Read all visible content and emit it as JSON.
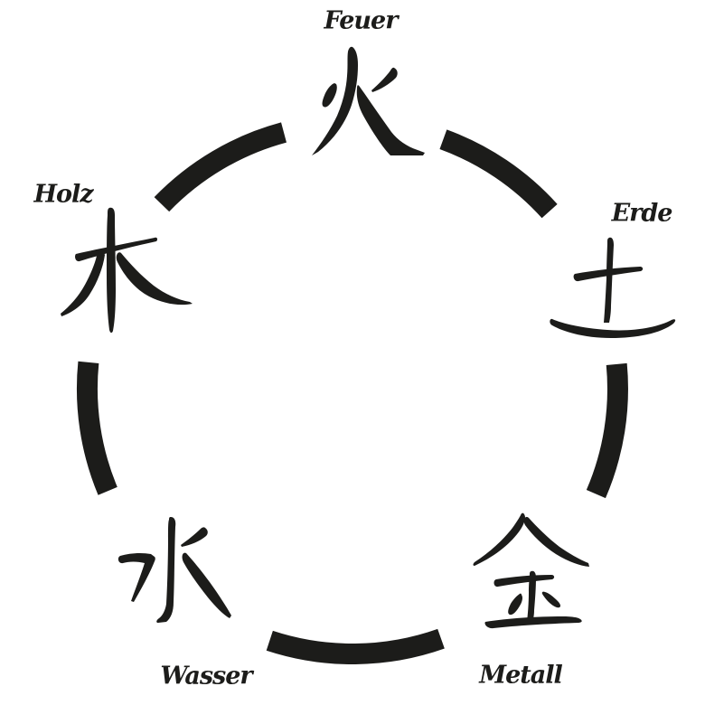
{
  "diagram": {
    "title_semantic": "five-elements-cycle",
    "background_color": "#ffffff",
    "ink_color": "#1c1c1a",
    "ring": {
      "segments": 5,
      "style": "interrupted-circle"
    }
  },
  "elements": [
    {
      "id": "feuer",
      "label": "Feuer",
      "character": "火",
      "position": "top"
    },
    {
      "id": "erde",
      "label": "Erde",
      "character": "土",
      "position": "right"
    },
    {
      "id": "metall",
      "label": "Metall",
      "character": "金",
      "position": "bottom-right"
    },
    {
      "id": "wasser",
      "label": "Wasser",
      "character": "水",
      "position": "bottom-left"
    },
    {
      "id": "holz",
      "label": "Holz",
      "character": "木",
      "position": "left"
    }
  ]
}
